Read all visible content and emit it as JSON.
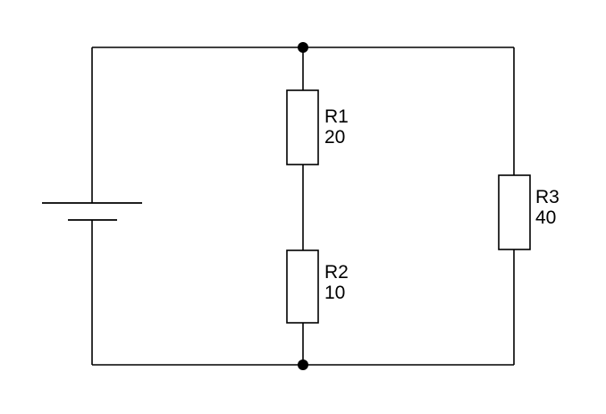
{
  "diagram": {
    "type": "circuit",
    "components": [
      {
        "id": "battery",
        "kind": "dc-source"
      },
      {
        "id": "R1",
        "kind": "resistor",
        "name": "R1",
        "value": "20"
      },
      {
        "id": "R2",
        "kind": "resistor",
        "name": "R2",
        "value": "10"
      },
      {
        "id": "R3",
        "kind": "resistor",
        "name": "R3",
        "value": "40"
      }
    ],
    "topology": "R1 and R2 in series; that branch in parallel with R3; connected across the battery",
    "junctions": 2,
    "colors": {
      "stroke": "#000000",
      "background": "#ffffff"
    }
  }
}
